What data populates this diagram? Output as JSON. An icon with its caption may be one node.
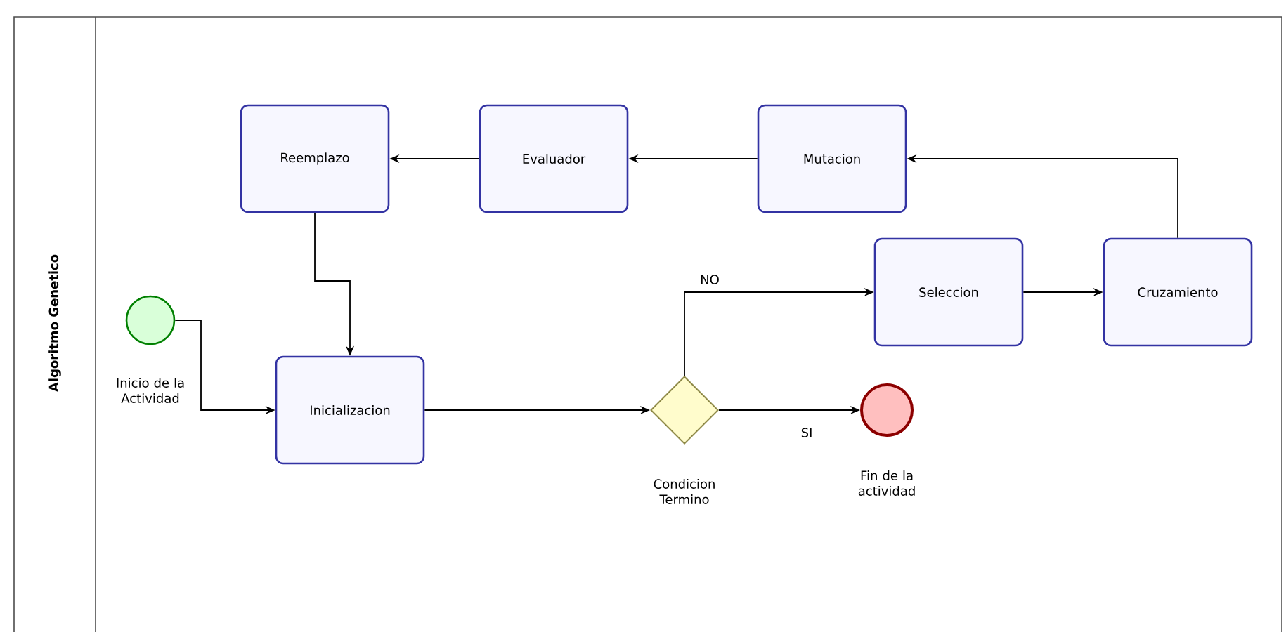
{
  "diagram": {
    "nodes": [
      {
        "text": [
          "Algoritmo Genetico"
        ]
      },
      {
        "text": [
          "Inicio de la Actividad"
        ],
        "in": 0
      },
      {
        "text": [
          "Reemplazo"
        ],
        "in": 0
      },
      {
        "text": [
          "Evaluador"
        ],
        "in": 0
      },
      {
        "text": [
          "Mutacion"
        ],
        "in": 0
      },
      {
        "text": [
          "Inicializacion"
        ],
        "in": 0
      },
      {
        "text": [
          "Seleccion"
        ],
        "in": 0
      },
      {
        "text": [
          "Cruzamiento"
        ],
        "in": 0
      },
      {
        "text": [
          "Condicion Termino"
        ],
        "in": 0
      },
      {
        "text": [
          "Fin de la actividad"
        ],
        "in": 0
      }
    ],
    "edges": [
      {
        "from": 1,
        "to": 5,
        "arrow": "to"
      },
      {
        "from": 5,
        "to": 8,
        "arrow": "to"
      },
      {
        "from": 8,
        "to": 6,
        "arrow": "to",
        "label": "NO"
      },
      {
        "from": 8,
        "to": 9,
        "arrow": "to",
        "label": "SI"
      },
      {
        "from": 6,
        "to": 7,
        "arrow": "to"
      },
      {
        "from": 7,
        "to": 4,
        "arrow": "to"
      },
      {
        "from": 4,
        "to": 3,
        "arrow": "to"
      },
      {
        "from": 3,
        "to": 2,
        "arrow": "to"
      },
      {
        "from": 2,
        "to": 5,
        "arrow": "to"
      }
    ]
  }
}
